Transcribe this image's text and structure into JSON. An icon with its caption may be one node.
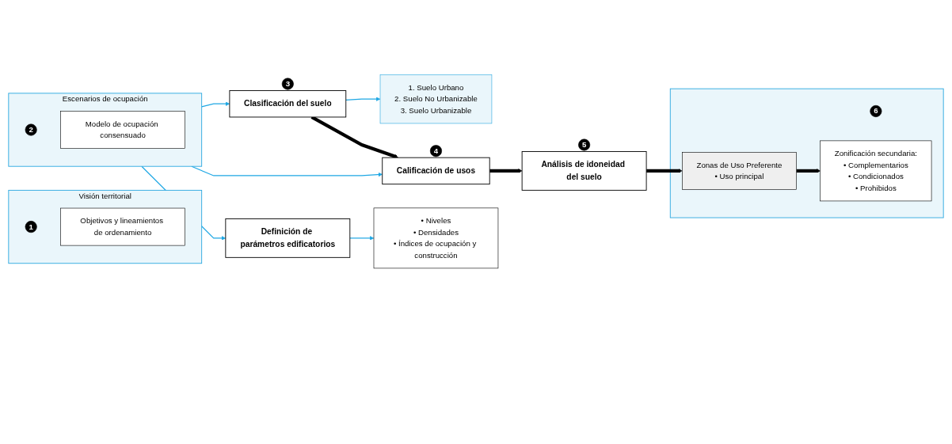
{
  "diagram": {
    "nodes": [
      {
        "text": [
          "Visión territorial"
        ],
        "beside": [
          "1"
        ]
      },
      {
        "text": [
          "Objetivos y lineamientos de ordenamiento"
        ],
        "in": 0
      },
      {
        "text": [
          "Escenarios de ocupación"
        ],
        "beside": [
          "2"
        ]
      },
      {
        "text": [
          "Modelo de ocupación consensuado"
        ],
        "in": 2
      },
      {
        "text": [
          "Clasificación del suelo"
        ],
        "beside": [
          "3"
        ]
      },
      {
        "text": [
          "1. Suelo Urbano",
          "2. Suelo No Urbanizable",
          "3. Suelo Urbanizable"
        ]
      },
      {
        "text": [
          "Calificación de usos"
        ],
        "beside": [
          "4"
        ]
      },
      {
        "text": [
          "Análisis de idoneidad del suelo"
        ],
        "beside": [
          "5"
        ]
      },
      {
        "text": [
          "Definición de parámetros edificatorios"
        ]
      },
      {
        "text": [
          "• Niveles",
          "• Densidades",
          "• Índices de ocupación y construcción"
        ]
      },
      {
        "text": [],
        "shape": "box",
        "beside": [
          "6"
        ]
      },
      {
        "text": [
          "Zonificación secundaria:",
          "• Complementarios",
          "• Condicionados",
          "• Prohibidos"
        ],
        "in": 10
      },
      {
        "text": [
          "Zonas de Uso Preferente",
          "• Uso principal"
        ],
        "in": 10
      }
    ],
    "edges": [
      {
        "from": 2,
        "to": 4,
        "arrow": "to"
      },
      {
        "from": 2,
        "to": 6,
        "arrow": "to"
      },
      {
        "from": 2,
        "to": 8,
        "arrow": "to"
      },
      {
        "from": 4,
        "to": 5,
        "arrow": "to"
      },
      {
        "from": 4,
        "to": 6,
        "arrow": "to",
        "style": "thick",
        "color": "#000000"
      },
      {
        "from": 6,
        "to": 7,
        "arrow": "to",
        "style": "thick",
        "color": "#000000"
      },
      {
        "from": 7,
        "to": 12,
        "arrow": "to",
        "style": "thick",
        "color": "#000000"
      },
      {
        "from": 12,
        "to": 11,
        "arrow": "to",
        "style": "thick",
        "color": "#000000"
      },
      {
        "from": 8,
        "to": 9,
        "arrow": "to"
      }
    ]
  }
}
